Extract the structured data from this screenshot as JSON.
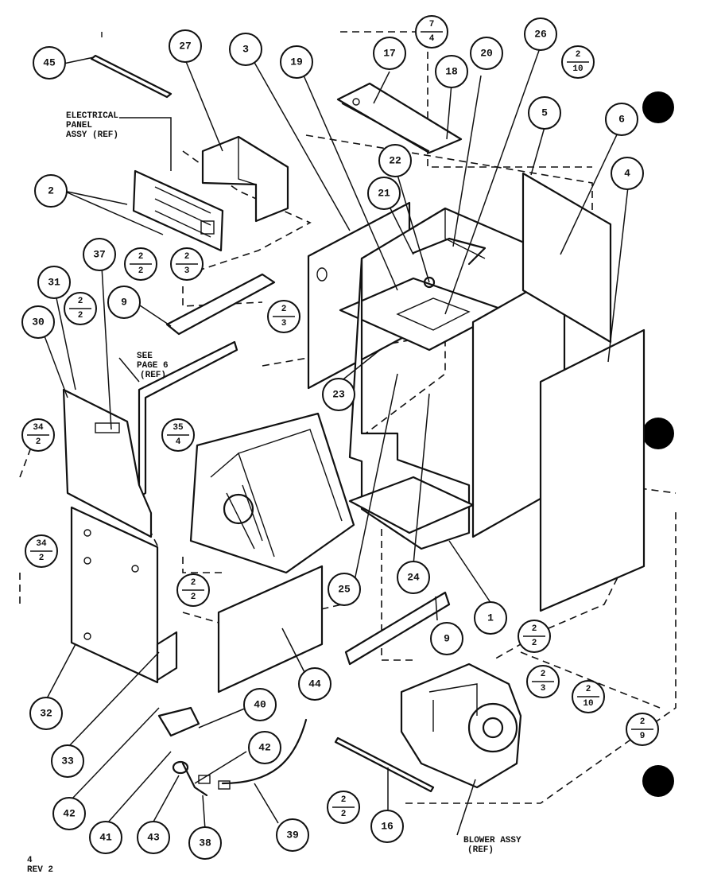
{
  "labels": {
    "electrical_panel": [
      "ELECTRICAL",
      "PANEL",
      "ASSY (REF)"
    ],
    "see_page": [
      "SEE",
      "PAGE 6",
      "(REF)"
    ],
    "blower_assy": [
      "BLOWER ASSY",
      "(REF)"
    ],
    "page_number": "4",
    "revision": "REV 2"
  },
  "callouts": {
    "c45": "45",
    "c27": "27",
    "c3": "3",
    "c19": "19",
    "c17": "17",
    "c18": "18",
    "c20": "20",
    "c26": "26",
    "c5": "5",
    "c6": "6",
    "c4": "4",
    "c22": "22",
    "c21": "21",
    "c2": "2",
    "c37": "37",
    "c31": "31",
    "c30": "30",
    "c9a": "9",
    "c23": "23",
    "c25": "25",
    "c24": "24",
    "c1": "1",
    "c9b": "9",
    "c44": "44",
    "c32": "32",
    "c33": "33",
    "c40": "40",
    "c42a": "42",
    "c42b": "42",
    "c41": "41",
    "c43": "43",
    "c38": "38",
    "c39": "39",
    "c16": "16"
  },
  "fractions": {
    "f_7_4": {
      "num": "7",
      "den": "4"
    },
    "f_2_10_top": {
      "num": "2",
      "den": "10"
    },
    "f_2_2_a": {
      "num": "2",
      "den": "2"
    },
    "f_2_3_a": {
      "num": "2",
      "den": "3"
    },
    "f_2_2_b": {
      "num": "2",
      "den": "2"
    },
    "f_2_3_b": {
      "num": "2",
      "den": "3"
    },
    "f_34_2_a": {
      "num": "34",
      "den": "2"
    },
    "f_35_4": {
      "num": "35",
      "den": "4"
    },
    "f_34_2_b": {
      "num": "34",
      "den": "2"
    },
    "f_2_2_c": {
      "num": "2",
      "den": "2"
    },
    "f_2_2_d": {
      "num": "2",
      "den": "2"
    },
    "f_2_3_c": {
      "num": "2",
      "den": "3"
    },
    "f_2_10_b": {
      "num": "2",
      "den": "10"
    },
    "f_2_9": {
      "num": "2",
      "den": "9"
    },
    "f_2_2_e": {
      "num": "2",
      "den": "2"
    }
  }
}
